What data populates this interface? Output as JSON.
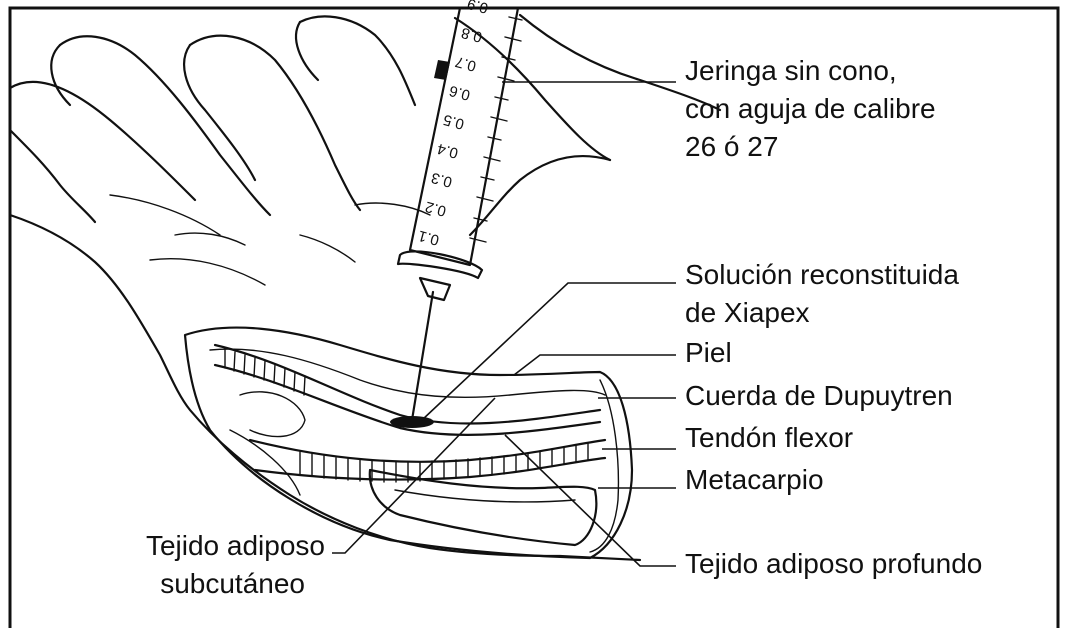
{
  "labels": {
    "syringe": [
      "Jeringa sin cono,",
      "con aguja de calibre",
      "26 ó 27"
    ],
    "solution": [
      "Solución reconstituida",
      "de Xiapex"
    ],
    "skin": "Piel",
    "cord": "Cuerda de Dupuytren",
    "tendon": "Tendón flexor",
    "metacarpal": "Metacarpio",
    "deep_fat": "Tejido adiposo profundo",
    "subcutaneous_fat": [
      "Tejido adiposo",
      "subcutáneo"
    ]
  },
  "syringe_scale": [
    "0.1",
    "0.2",
    "0.3",
    "0.4",
    "0.5",
    "0.6",
    "0.7",
    "0.8",
    "0.9"
  ]
}
